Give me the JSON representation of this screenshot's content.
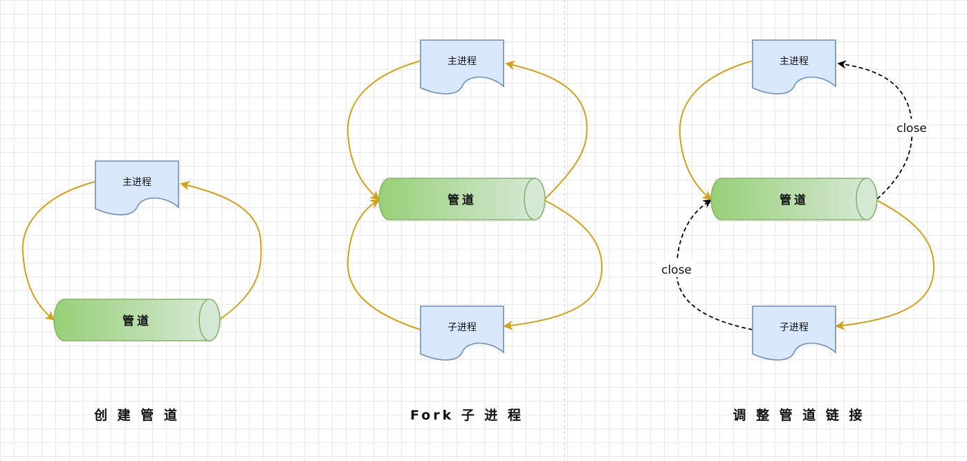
{
  "panels": [
    {
      "caption": "创 建 管 道",
      "parent": "主进程",
      "pipe": "管道"
    },
    {
      "caption": "Fork 子 进 程",
      "parent": "主进程",
      "pipe": "管道",
      "child": "子进程"
    },
    {
      "caption": "调 整 管 道 链 接",
      "parent": "主进程",
      "pipe": "管道",
      "child": "子进程",
      "close_top": "close",
      "close_bottom": "close"
    }
  ],
  "colors": {
    "grid": "#e9e9e9",
    "divider": "#cccccc",
    "edge": "#d6a012",
    "doc_fill": "#dae8fc",
    "doc_stroke": "#6c8ebf",
    "pipe_green": "#97d077",
    "pipe_light": "#d5e8d4",
    "pipe_stroke": "#82b366",
    "close_edge": "#000000"
  }
}
